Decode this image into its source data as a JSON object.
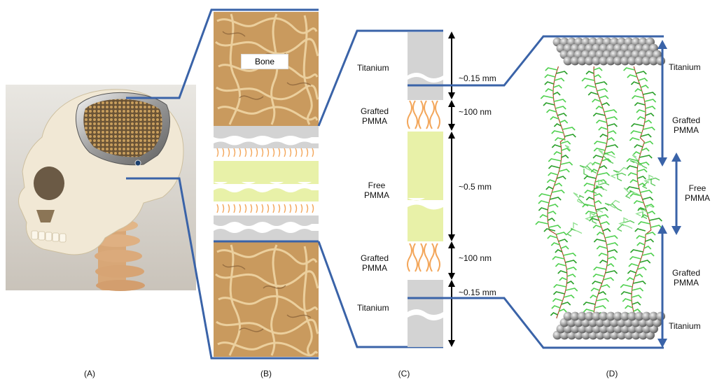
{
  "panels": {
    "a": {
      "caption": "(A)"
    },
    "b": {
      "caption": "(B)",
      "bone_label": "Bone"
    },
    "c": {
      "caption": "(C)",
      "layers": {
        "titanium_top": "Titanium",
        "grafted_top": "Grafted PMMA",
        "free": "Free PMMA",
        "grafted_bottom": "Grafted PMMA",
        "titanium_bottom": "Titanium"
      },
      "dimensions": {
        "titanium_top": "~0.15 mm",
        "grafted_top": "~100 nm",
        "free": "~0.5 mm",
        "grafted_bottom": "~100 nm",
        "titanium_bottom": "~0.15 mm"
      }
    },
    "d": {
      "caption": "(D)",
      "labels": {
        "titanium_top": "Titanium",
        "grafted_top": "Grafted PMMA",
        "free": "Free PMMA",
        "grafted_bottom": "Grafted PMMA",
        "titanium_bottom": "Titanium"
      }
    }
  },
  "colors": {
    "connector": "#3a63a8",
    "titanium": "#d3d3d3",
    "free_pmma": "#e8f1a8",
    "grafted_chain": "#f3a65a",
    "bone_base": "#c99a5e",
    "molecule": "#3fbf3f",
    "atom": "#9a9a9a"
  }
}
